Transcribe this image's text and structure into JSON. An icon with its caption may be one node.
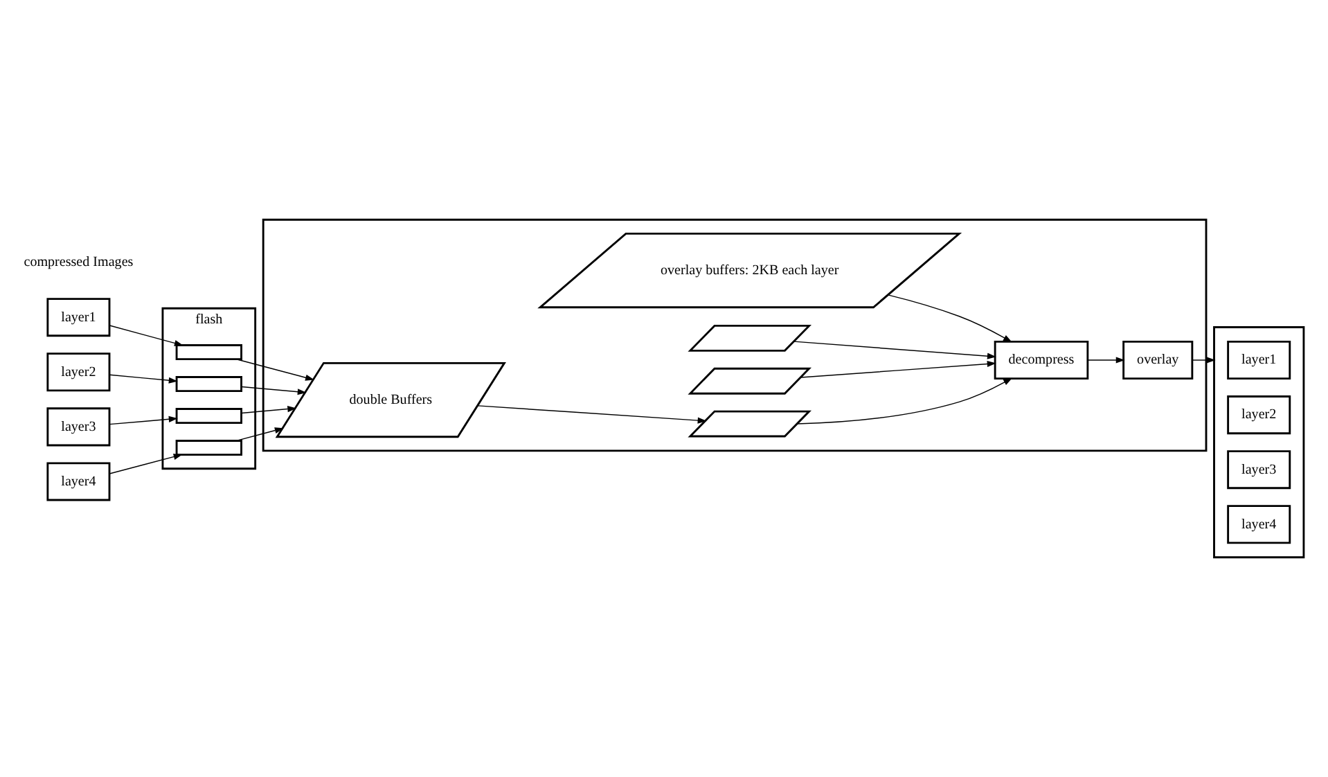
{
  "diagram": {
    "nodes": [
      {
        "text": [
          "layer1"
        ]
      },
      {
        "text": [
          "layer2"
        ]
      },
      {
        "text": [
          "layer3"
        ]
      },
      {
        "text": [
          "layer4"
        ]
      },
      {
        "text": [
          "flash"
        ]
      },
      {
        "text": [],
        "shape": "box",
        "in": 4
      },
      {
        "text": [],
        "shape": "box",
        "in": 4
      },
      {
        "text": [],
        "shape": "box",
        "in": 4
      },
      {
        "text": [],
        "shape": "box",
        "in": 4
      },
      {
        "text": [],
        "shape": "box"
      },
      {
        "text": [
          "overlay buffers: 2KB each layer"
        ],
        "in": 9
      },
      {
        "text": [],
        "shape": "parallelogram",
        "in": 9
      },
      {
        "text": [],
        "shape": "parallelogram",
        "in": 9
      },
      {
        "text": [],
        "shape": "parallelogram",
        "in": 9
      },
      {
        "text": [
          "decompress"
        ],
        "in": 9
      },
      {
        "text": [
          "double Buffers"
        ],
        "in": 9
      },
      {
        "text": [
          "overlay"
        ],
        "in": 9
      },
      {
        "text": [],
        "shape": "box"
      },
      {
        "text": [
          "layer1"
        ],
        "in": 17
      },
      {
        "text": [
          "layer2"
        ],
        "in": 17
      },
      {
        "text": [
          "layer3"
        ],
        "in": 17
      },
      {
        "text": [
          "layer4"
        ],
        "in": 17
      }
    ],
    "edges": [
      {
        "from": 0,
        "to": 5,
        "arrow": "to"
      },
      {
        "from": 1,
        "to": 6,
        "arrow": "to"
      },
      {
        "from": 2,
        "to": 7,
        "arrow": "to"
      },
      {
        "from": 3,
        "to": 8,
        "arrow": "to"
      },
      {
        "from": 5,
        "to": 15,
        "arrow": "to"
      },
      {
        "from": 6,
        "to": 15,
        "arrow": "to"
      },
      {
        "from": 7,
        "to": 15,
        "arrow": "to"
      },
      {
        "from": 8,
        "to": 15,
        "arrow": "to"
      },
      {
        "from": 15,
        "to": 13,
        "arrow": "to"
      },
      {
        "from": 10,
        "to": 14,
        "arrow": "to"
      },
      {
        "from": 11,
        "to": 14,
        "arrow": "to"
      },
      {
        "from": 12,
        "to": 14,
        "arrow": "to"
      },
      {
        "from": 13,
        "to": 14,
        "arrow": "to"
      },
      {
        "from": 14,
        "to": 16,
        "arrow": "to"
      },
      {
        "from": 16,
        "to": 17,
        "arrow": "to"
      }
    ],
    "labels": [
      "compressed Images"
    ]
  }
}
